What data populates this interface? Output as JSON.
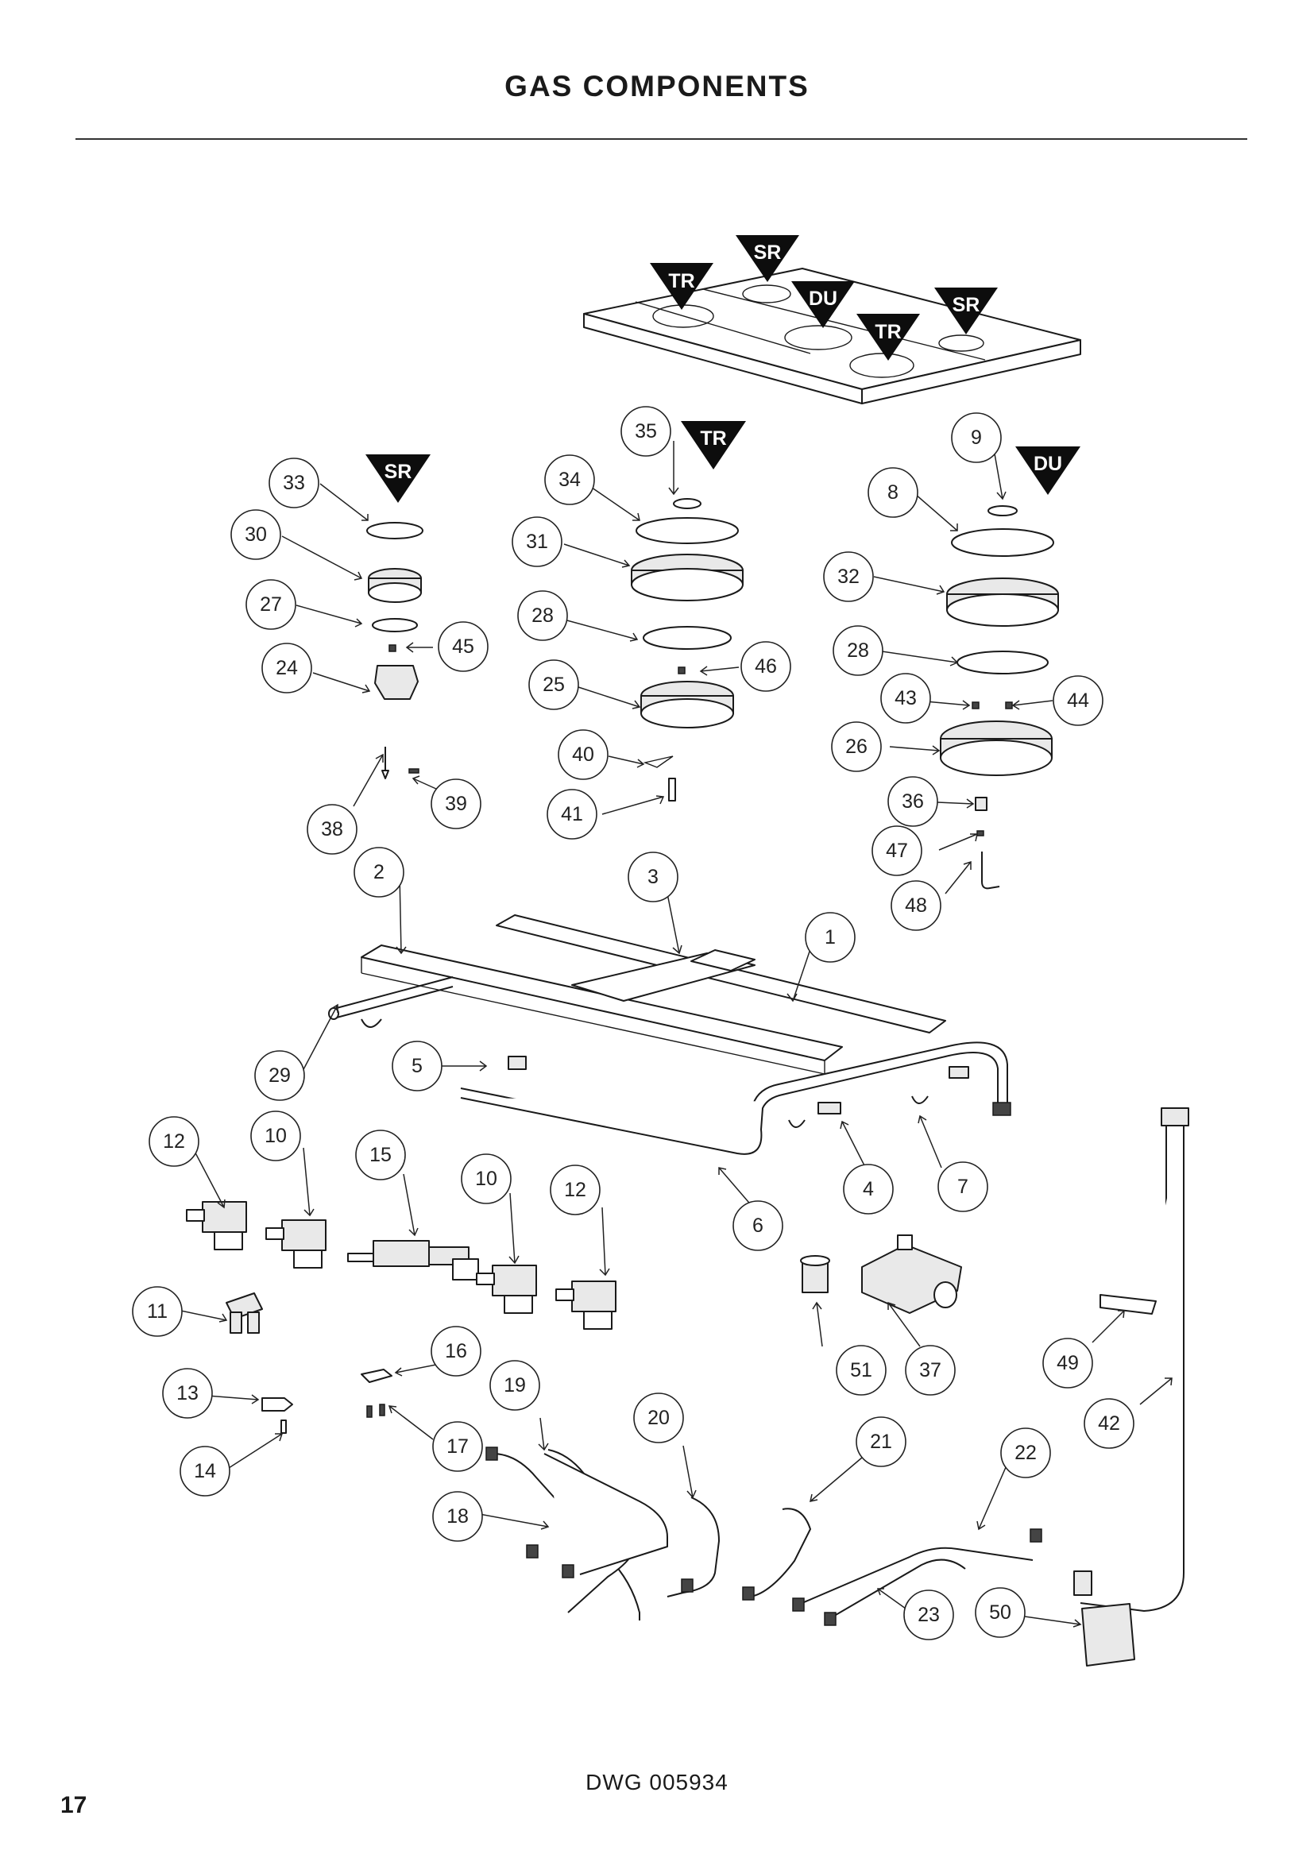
{
  "header": {
    "title": "GAS COMPONENTS"
  },
  "footer": {
    "drawing_number": "DWG 005934",
    "page_number": "17"
  },
  "burner_badges": {
    "cooktop": [
      "TR",
      "SR",
      "DU",
      "TR",
      "SR"
    ],
    "small_rapid": "SR",
    "triple_ring": "TR",
    "dual": "DU"
  },
  "callouts": [
    "1",
    "2",
    "3",
    "4",
    "5",
    "6",
    "7",
    "8",
    "9",
    "10",
    "10",
    "11",
    "12",
    "12",
    "13",
    "14",
    "15",
    "16",
    "17",
    "18",
    "19",
    "20",
    "21",
    "22",
    "23",
    "24",
    "25",
    "26",
    "27",
    "28",
    "28",
    "29",
    "30",
    "31",
    "32",
    "33",
    "34",
    "35",
    "36",
    "37",
    "38",
    "39",
    "40",
    "41",
    "42",
    "43",
    "44",
    "45",
    "46",
    "47",
    "48",
    "49",
    "50",
    "51"
  ]
}
